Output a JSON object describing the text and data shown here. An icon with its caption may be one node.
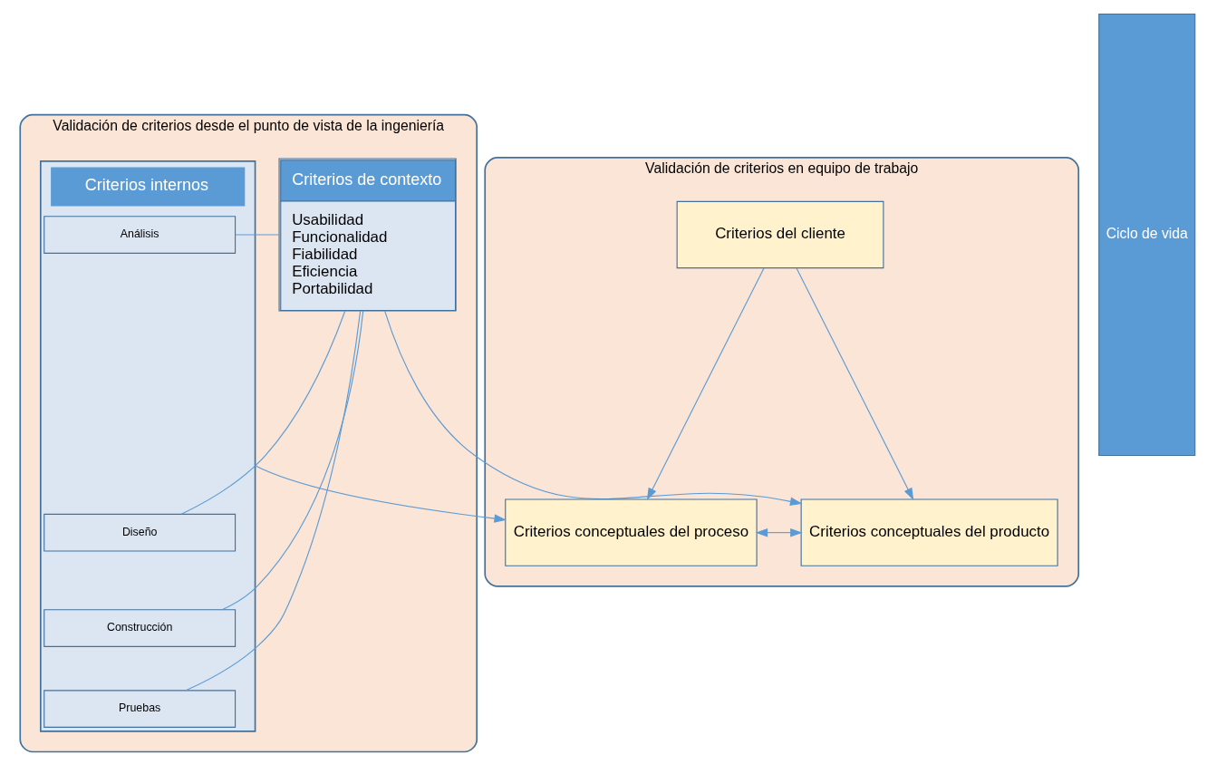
{
  "diagram": {
    "nodes": [
      {
        "text": [
          "Validación de criterios desde el punto de vista de la ingeniería"
        ]
      },
      {
        "text": [
          "Criterios de contexto",
          "Usabilidad",
          "Funcionalidad",
          "Fiabilidad",
          "Eficiencia",
          "Portabilidad"
        ],
        "in": 0
      },
      {
        "text": [
          "Criterios internos"
        ],
        "in": 0
      },
      {
        "text": [
          "Análisis"
        ],
        "in": 2
      },
      {
        "text": [
          "Diseño"
        ],
        "in": 2
      },
      {
        "text": [
          "Construcción"
        ],
        "in": 2
      },
      {
        "text": [
          "Pruebas"
        ],
        "in": 2
      },
      {
        "text": [
          "Validación de criterios en equipo de trabajo"
        ]
      },
      {
        "text": [
          "Criterios conceptuales del producto"
        ],
        "in": 7
      },
      {
        "text": [
          "Criterios conceptuales del proceso"
        ],
        "in": 7
      },
      {
        "text": [
          "Criterios del cliente"
        ],
        "in": 7
      },
      {
        "text": [
          "Ciclo de vida"
        ]
      }
    ],
    "edges": [
      {
        "from": 1,
        "to": 3,
        "arrow": "none"
      },
      {
        "from": 1,
        "to": 4,
        "arrow": "none"
      },
      {
        "from": 1,
        "to": 5,
        "arrow": "none"
      },
      {
        "from": 1,
        "to": 6,
        "arrow": "none"
      },
      {
        "from": 1,
        "to": 8,
        "arrow": "to"
      },
      {
        "from": 2,
        "to": 9,
        "arrow": "to"
      },
      {
        "from": 8,
        "to": 9,
        "arrow": "both"
      },
      {
        "from": 10,
        "to": 8,
        "arrow": "to"
      },
      {
        "from": 10,
        "to": 9,
        "arrow": "to"
      }
    ]
  }
}
